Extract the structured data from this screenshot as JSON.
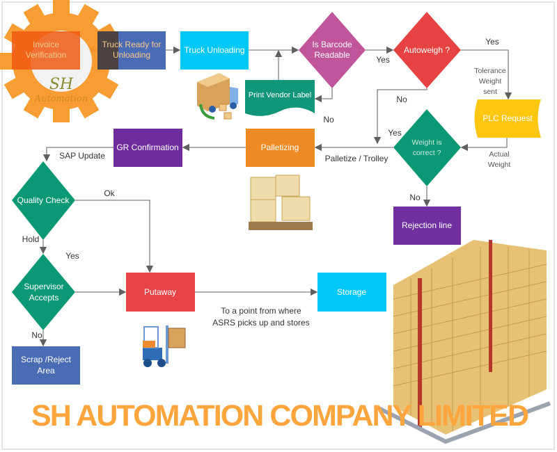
{
  "logo": {
    "text_top": "SH",
    "text_bottom": "Automation",
    "color": "#f7982a"
  },
  "watermark": {
    "text": "SH AUTOMATION COMPANY LIMITED",
    "color": "#ffa53d"
  },
  "nodes": {
    "invoice": {
      "line1": "Invoice",
      "line2": "Verification",
      "color": "#f05a13"
    },
    "truck_ready": {
      "line1": "Truck Ready for",
      "line2": "Unloading",
      "color": "#4a6cb5"
    },
    "truck_unloading": {
      "label": "Truck Unloading",
      "color": "#00c8f8"
    },
    "barcode": {
      "line1": "Is Barcode",
      "line2": "Readable",
      "color": "#c0559b"
    },
    "autoweigh": {
      "label": "Autoweigh  ?",
      "color": "#e84343"
    },
    "print_label": {
      "label": "Print Vendor Label",
      "color": "#11967a"
    },
    "plc": {
      "label": "PLC Request",
      "color": "#fdc70f"
    },
    "weight_correct": {
      "line1": "Weight is",
      "line2": "correct ?",
      "color": "#0b9975"
    },
    "palletizing": {
      "label": "Palletizing",
      "color": "#ee8a24"
    },
    "gr": {
      "label": "GR Confirmation",
      "color": "#6f2c9d"
    },
    "rejection": {
      "label": "Rejection line",
      "color": "#7030a0"
    },
    "quality": {
      "label": "Quality Check",
      "color": "#0b9975"
    },
    "supervisor": {
      "line1": "Supervisor",
      "line2": "Accepts",
      "color": "#0b9975"
    },
    "putaway": {
      "label": "Putaway",
      "color": "#e84346"
    },
    "storage": {
      "label": "Storage",
      "color": "#00c8f8"
    },
    "scrap": {
      "line1": "Scrap /Reject",
      "line2": "Area",
      "color": "#4a6cb5"
    }
  },
  "edge_labels": {
    "barcode_yes": "Yes",
    "barcode_no": "No",
    "autoweigh_yes": "Yes",
    "autoweigh_no": "No",
    "tolerance": [
      "Tolerance",
      "Weight",
      "sent"
    ],
    "actual": [
      "Actual",
      "Weight"
    ],
    "weight_yes": "Yes",
    "weight_no": "No",
    "palletize_trolley": "Palletize / Trolley",
    "sap_update": "SAP Update",
    "ok": "Ok",
    "hold": "Hold",
    "supervisor_yes": "Yes",
    "supervisor_no": "No",
    "asrs_note": [
      "To a point from where",
      "ASRS picks up and stores"
    ]
  },
  "icons": [
    "truck-unloading-icon",
    "pallet-boxes-icon",
    "forklift-icon",
    "asrs-rack-icon",
    "gear-logo-icon"
  ]
}
